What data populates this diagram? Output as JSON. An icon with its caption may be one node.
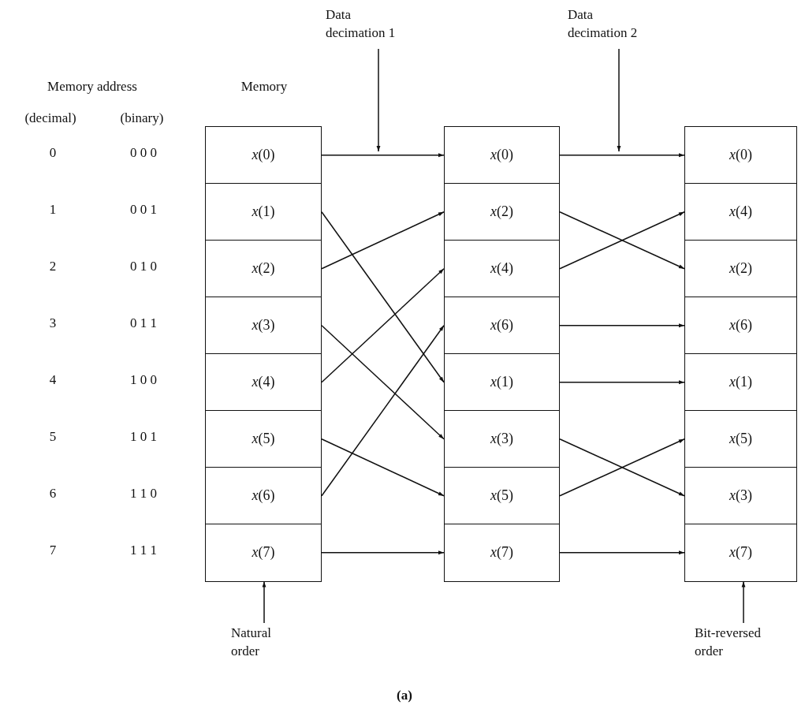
{
  "diagram": {
    "caption": "(a)",
    "nodes": [
      {
        "text": [
          "*x*(0)"
        ]
      },
      {
        "text": [
          "*x*(1)"
        ]
      },
      {
        "text": [
          "*x*(2)"
        ]
      },
      {
        "text": [
          "*x*(3)"
        ]
      },
      {
        "text": [
          "*x*(4)"
        ]
      },
      {
        "text": [
          "*x*(5)"
        ]
      },
      {
        "text": [
          "*x*(6)"
        ]
      },
      {
        "text": [
          "*x*(7)"
        ]
      },
      {
        "text": [
          "*x*(0)"
        ]
      },
      {
        "text": [
          "*x*(2)"
        ]
      },
      {
        "text": [
          "*x*(4)"
        ]
      },
      {
        "text": [
          "*x*(6)"
        ]
      },
      {
        "text": [
          "*x*(1)"
        ]
      },
      {
        "text": [
          "*x*(3)"
        ]
      },
      {
        "text": [
          "*x*(5)"
        ]
      },
      {
        "text": [
          "*x*(7)"
        ]
      },
      {
        "text": [
          "*x*(0)"
        ]
      },
      {
        "text": [
          "*x*(4)"
        ]
      },
      {
        "text": [
          "*x*(2)"
        ]
      },
      {
        "text": [
          "*x*(6)"
        ]
      },
      {
        "text": [
          "*x*(1)"
        ]
      },
      {
        "text": [
          "*x*(5)"
        ]
      },
      {
        "text": [
          "*x*(3)"
        ]
      },
      {
        "text": [
          "*x*(7)"
        ]
      },
      {
        "text": [
          "Data decimation 1"
        ]
      },
      {
        "text": [
          "Data decimation 2"
        ]
      },
      {
        "text": [
          "Natural order"
        ]
      },
      {
        "text": [
          "Bit-reversed order"
        ]
      }
    ],
    "edges": [
      {
        "from": 0,
        "to": 8,
        "arrow": "to"
      },
      {
        "from": 1,
        "to": 12,
        "arrow": "to"
      },
      {
        "from": 2,
        "to": 9,
        "arrow": "to"
      },
      {
        "from": 3,
        "to": 13,
        "arrow": "to"
      },
      {
        "from": 4,
        "to": 10,
        "arrow": "to"
      },
      {
        "from": 5,
        "to": 14,
        "arrow": "to"
      },
      {
        "from": 6,
        "to": 11,
        "arrow": "to"
      },
      {
        "from": 7,
        "to": 15,
        "arrow": "to"
      },
      {
        "from": 8,
        "to": 16,
        "arrow": "to"
      },
      {
        "from": 9,
        "to": 18,
        "arrow": "to"
      },
      {
        "from": 10,
        "to": 17,
        "arrow": "to"
      },
      {
        "from": 11,
        "to": 19,
        "arrow": "to"
      },
      {
        "from": 12,
        "to": 20,
        "arrow": "to"
      },
      {
        "from": 13,
        "to": 22,
        "arrow": "to"
      },
      {
        "from": 14,
        "to": 21,
        "arrow": "to"
      },
      {
        "from": 15,
        "to": 23,
        "arrow": "to"
      },
      {
        "from": 24,
        "to": null,
        "arrow": "to"
      },
      {
        "from": 25,
        "to": null,
        "arrow": "to"
      },
      {
        "from": 26,
        "to": 7,
        "arrow": "to"
      },
      {
        "from": 27,
        "to": 23,
        "arrow": "to"
      }
    ],
    "labels": [
      "Memory address",
      "(decimal)",
      "(binary)",
      "Memory",
      "0",
      "0 0 0",
      "1",
      "0 0 1",
      "2",
      "0 1 0",
      "3",
      "0 1 1",
      "4",
      "1 0 0",
      "5",
      "1 0 1",
      "6",
      "1 1 0",
      "7",
      "1 1 1"
    ]
  }
}
